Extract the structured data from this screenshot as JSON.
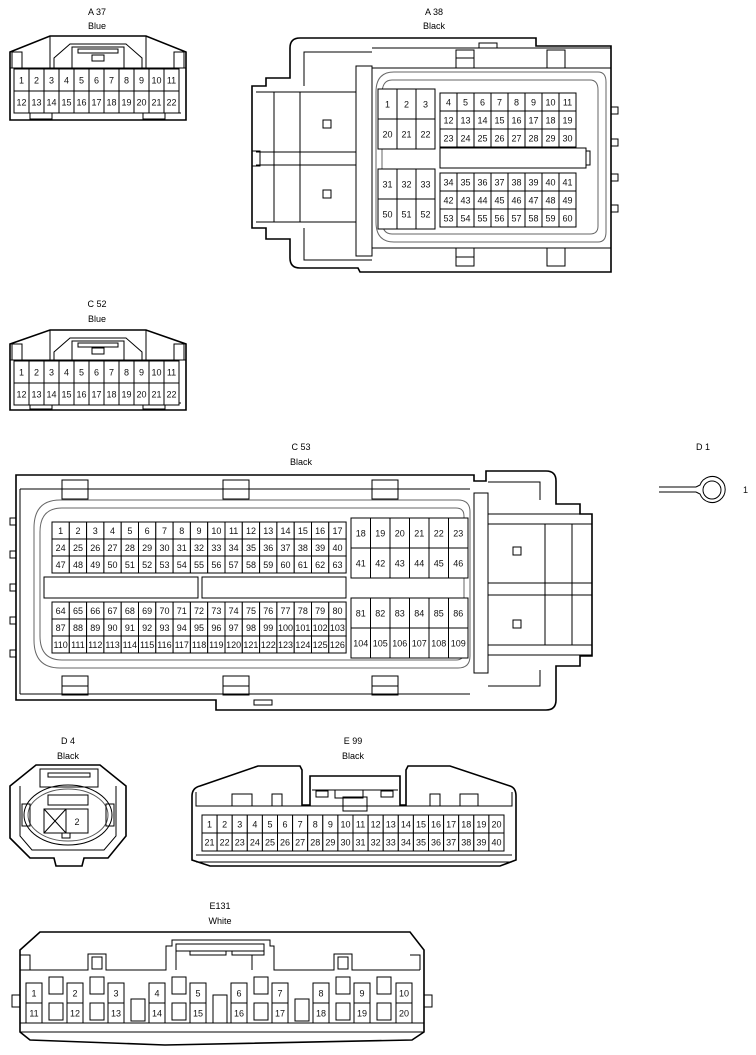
{
  "connectors": {
    "A37": {
      "name": "A 37",
      "color": "Blue",
      "rows": [
        [
          "1",
          "2",
          "3",
          "4",
          "5",
          "6",
          "7",
          "8",
          "9",
          "10",
          "11"
        ],
        [
          "12",
          "13",
          "14",
          "15",
          "16",
          "17",
          "18",
          "19",
          "20",
          "21",
          "22"
        ]
      ]
    },
    "A38": {
      "name": "A 38",
      "color": "Black",
      "left_block_top": [
        [
          "1",
          "2",
          "3"
        ],
        [
          "20",
          "21",
          "22"
        ]
      ],
      "left_block_bottom": [
        [
          "31",
          "32",
          "33"
        ],
        [
          "50",
          "51",
          "52"
        ]
      ],
      "right_block_top": [
        [
          "4",
          "5",
          "6",
          "7",
          "8",
          "9",
          "10",
          "11"
        ],
        [
          "12",
          "13",
          "14",
          "15",
          "16",
          "17",
          "18",
          "19"
        ],
        [
          "23",
          "24",
          "25",
          "26",
          "27",
          "28",
          "29",
          "30"
        ]
      ],
      "right_block_bottom": [
        [
          "34",
          "35",
          "36",
          "37",
          "38",
          "39",
          "40",
          "41"
        ],
        [
          "42",
          "43",
          "44",
          "45",
          "46",
          "47",
          "48",
          "49"
        ],
        [
          "53",
          "54",
          "55",
          "56",
          "57",
          "58",
          "59",
          "60"
        ]
      ]
    },
    "C52": {
      "name": "C 52",
      "color": "Blue",
      "rows": [
        [
          "1",
          "2",
          "3",
          "4",
          "5",
          "6",
          "7",
          "8",
          "9",
          "10",
          "11"
        ],
        [
          "12",
          "13",
          "14",
          "15",
          "16",
          "17",
          "18",
          "19",
          "20",
          "21",
          "22"
        ]
      ]
    },
    "C53": {
      "name": "C 53",
      "color": "Black",
      "main_top": [
        [
          "1",
          "2",
          "3",
          "4",
          "5",
          "6",
          "7",
          "8",
          "9",
          "10",
          "11",
          "12",
          "13",
          "14",
          "15",
          "16",
          "17"
        ],
        [
          "24",
          "25",
          "26",
          "27",
          "28",
          "29",
          "30",
          "31",
          "32",
          "33",
          "34",
          "35",
          "36",
          "37",
          "38",
          "39",
          "40"
        ],
        [
          "47",
          "48",
          "49",
          "50",
          "51",
          "52",
          "53",
          "54",
          "55",
          "56",
          "57",
          "58",
          "59",
          "60",
          "61",
          "62",
          "63"
        ]
      ],
      "main_bottom": [
        [
          "64",
          "65",
          "66",
          "67",
          "68",
          "69",
          "70",
          "71",
          "72",
          "73",
          "74",
          "75",
          "76",
          "77",
          "78",
          "79",
          "80"
        ],
        [
          "87",
          "88",
          "89",
          "90",
          "91",
          "92",
          "93",
          "94",
          "95",
          "96",
          "97",
          "98",
          "99",
          "100",
          "101",
          "102",
          "103"
        ],
        [
          "110",
          "111",
          "112",
          "113",
          "114",
          "115",
          "116",
          "117",
          "118",
          "119",
          "120",
          "121",
          "122",
          "123",
          "124",
          "125",
          "126"
        ]
      ],
      "side_top": [
        [
          "18",
          "19",
          "20",
          "21",
          "22",
          "23"
        ],
        [
          "41",
          "42",
          "43",
          "44",
          "45",
          "46"
        ]
      ],
      "side_bottom": [
        [
          "81",
          "82",
          "83",
          "84",
          "85",
          "86"
        ],
        [
          "104",
          "105",
          "106",
          "107",
          "108",
          "109"
        ]
      ]
    },
    "D1": {
      "name": "D 1",
      "pin": "1"
    },
    "D4": {
      "name": "D 4",
      "color": "Black",
      "pins": [
        "",
        "2"
      ]
    },
    "E99": {
      "name": "E 99",
      "color": "Black",
      "rows": [
        [
          "1",
          "2",
          "3",
          "4",
          "5",
          "6",
          "7",
          "8",
          "9",
          "10",
          "11",
          "12",
          "13",
          "14",
          "15",
          "16",
          "17",
          "18",
          "19",
          "20"
        ],
        [
          "21",
          "22",
          "23",
          "24",
          "25",
          "26",
          "27",
          "28",
          "29",
          "30",
          "31",
          "32",
          "33",
          "34",
          "35",
          "36",
          "37",
          "38",
          "39",
          "40"
        ]
      ]
    },
    "E131": {
      "name": "E131",
      "color": "White",
      "top": [
        "1",
        "2",
        "3",
        "4",
        "5",
        "6",
        "7",
        "8",
        "9",
        "10"
      ],
      "bottom": [
        "11",
        "12",
        "13",
        "14",
        "15",
        "16",
        "17",
        "18",
        "19",
        "20"
      ]
    }
  }
}
